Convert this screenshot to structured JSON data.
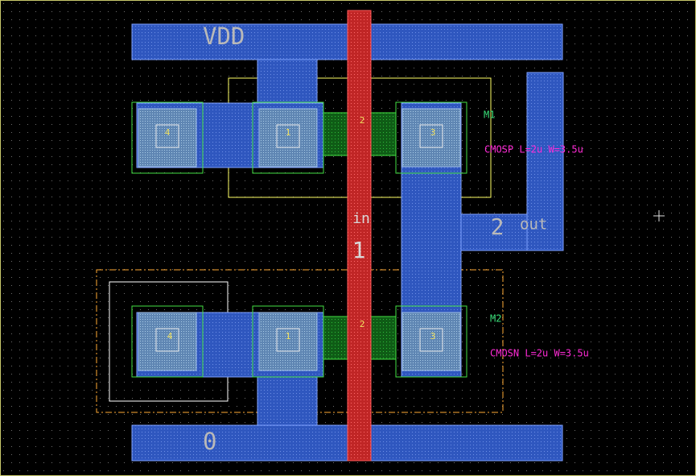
{
  "canvas": {
    "background": "#000000",
    "grid_dot_color": "#6d6d6d",
    "border_color": "#c8c86a"
  },
  "layers": {
    "metal1": {
      "fill": "#3a5fc9",
      "stroke": "#7ea1ff"
    },
    "poly": {
      "fill": "#c82a2a",
      "stroke": "#ff5a5a"
    },
    "active": {
      "fill": "#1f7a1f",
      "stroke": "#44e044"
    },
    "contact": {
      "fill": "#6fa3c8",
      "stroke": "#d8d8d8"
    },
    "pwell_outline": "#ffff66",
    "nwell_outline": "#ffffff",
    "nselect_outline": "#ffaa33"
  },
  "nets": {
    "vdd_label": "VDD",
    "gnd_label": "0",
    "in_label": "in",
    "in_node": "1",
    "out_node": "2",
    "out_label": "out"
  },
  "transistors": [
    {
      "name": "M1",
      "model": "CMOSP L=2u W=3.5u",
      "terminals": [
        "4",
        "1",
        "2",
        "3"
      ]
    },
    {
      "name": "M2",
      "model": "CMOSN L=2u W=3.5u",
      "terminals": [
        "4",
        "1",
        "2",
        "3"
      ]
    }
  ],
  "label_colors": {
    "net_label": "#b9b9b9",
    "transistor_name": "#3ae07a",
    "transistor_model": "#ff2bd6",
    "terminal_number": "#f0e060"
  }
}
